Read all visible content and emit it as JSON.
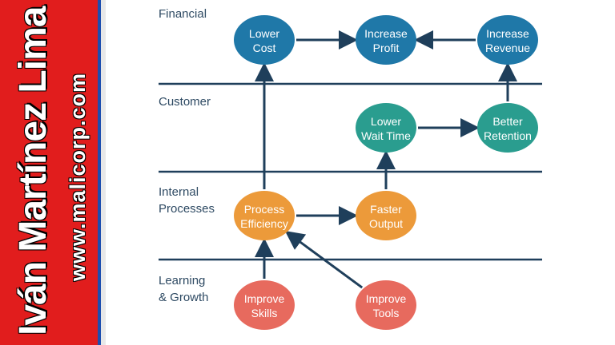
{
  "banner": {
    "name": "Iván Martínez Lima",
    "url": "www.malicorp.com"
  },
  "lanes": [
    {
      "id": "financial",
      "lines": [
        "Financial"
      ]
    },
    {
      "id": "customer",
      "lines": [
        "Customer"
      ]
    },
    {
      "id": "internal",
      "lines": [
        "Internal",
        "Processes"
      ]
    },
    {
      "id": "learning",
      "lines": [
        "Learning",
        "& Growth"
      ]
    }
  ],
  "colors": {
    "financial": "#1f78a8",
    "customer": "#2a9d8f",
    "internal": "#ec9a3a",
    "learning": "#e76a5e",
    "arrow": "#1f3f5b",
    "divider": "#1f3f5b",
    "banner": "#e11d1d"
  },
  "nodes": [
    {
      "id": "lower-cost",
      "lane": "financial",
      "lines": [
        "Lower",
        "Cost"
      ]
    },
    {
      "id": "increase-profit",
      "lane": "financial",
      "lines": [
        "Increase",
        "Profit"
      ]
    },
    {
      "id": "increase-revenue",
      "lane": "financial",
      "lines": [
        "Increase",
        "Revenue"
      ]
    },
    {
      "id": "lower-wait-time",
      "lane": "customer",
      "lines": [
        "Lower",
        "Wait Time"
      ]
    },
    {
      "id": "better-retention",
      "lane": "customer",
      "lines": [
        "Better",
        "Retention"
      ]
    },
    {
      "id": "process-efficiency",
      "lane": "internal",
      "lines": [
        "Process",
        "Efficiency"
      ]
    },
    {
      "id": "faster-output",
      "lane": "internal",
      "lines": [
        "Faster",
        "Output"
      ]
    },
    {
      "id": "improve-skills",
      "lane": "learning",
      "lines": [
        "Improve",
        "Skills"
      ]
    },
    {
      "id": "improve-tools",
      "lane": "learning",
      "lines": [
        "Improve",
        "Tools"
      ]
    }
  ],
  "edges": [
    {
      "from": "lower-cost",
      "to": "increase-profit"
    },
    {
      "from": "increase-revenue",
      "to": "increase-profit"
    },
    {
      "from": "lower-wait-time",
      "to": "better-retention"
    },
    {
      "from": "better-retention",
      "to": "increase-revenue"
    },
    {
      "from": "process-efficiency",
      "to": "faster-output"
    },
    {
      "from": "faster-output",
      "to": "lower-wait-time"
    },
    {
      "from": "process-efficiency",
      "to": "lower-cost"
    },
    {
      "from": "improve-skills",
      "to": "process-efficiency"
    },
    {
      "from": "improve-tools",
      "to": "process-efficiency"
    }
  ]
}
